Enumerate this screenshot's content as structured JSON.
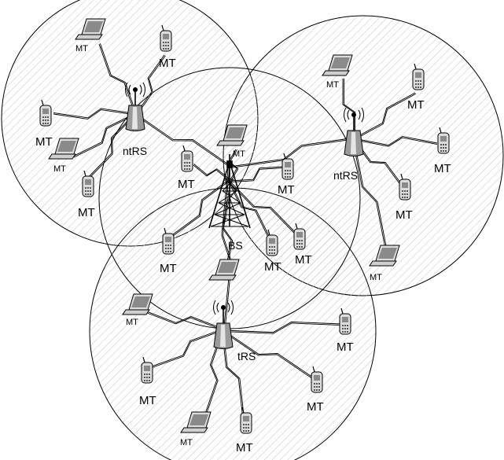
{
  "nodes": {
    "base_station": "BS",
    "relay_north_west": "ntRS",
    "relay_north_east": "ntRS",
    "relay_south": "tRS"
  },
  "terminals": {
    "mt": "MT"
  },
  "colors": {
    "line": "#000000",
    "hatch": "#bdbdbd",
    "device_fill": "#d9d9d9",
    "screen_fill": "#8c8c8c"
  },
  "icons": [
    "tower-icon",
    "relay-icon",
    "laptop-icon",
    "phone-icon",
    "lightning-link-icon"
  ]
}
